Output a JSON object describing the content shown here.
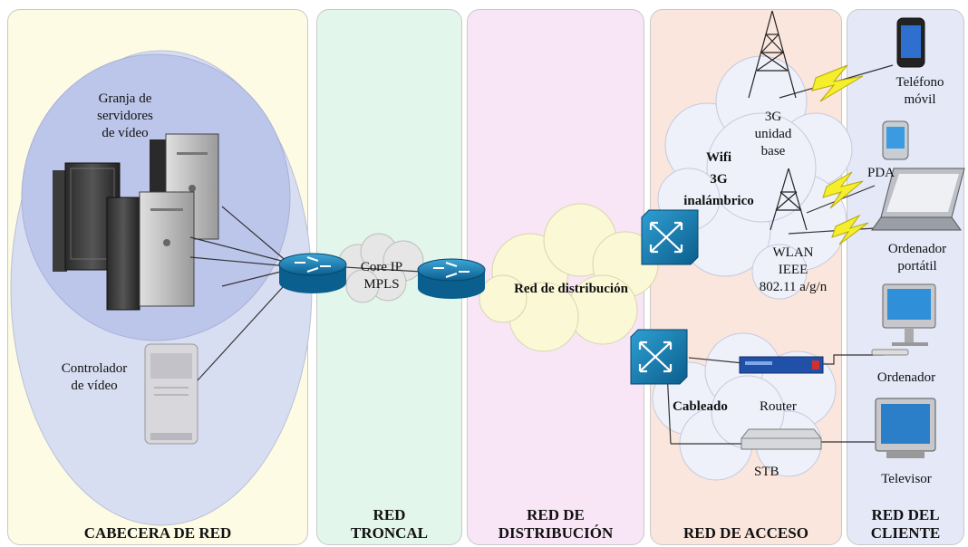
{
  "columns": {
    "headend": "CABECERA DE RED",
    "backbone": [
      "RED",
      "TRONCAL"
    ],
    "distribution": [
      "RED DE",
      "DISTRIBUCIÓN"
    ],
    "access": "RED DE ACCESO",
    "client": [
      "RED DEL",
      "CLIENTE"
    ]
  },
  "labels": {
    "server_farm": [
      "Granja de",
      "servidores",
      "de vídeo"
    ],
    "video_controller": [
      "Controlador",
      "de vídeo"
    ],
    "core_ip": [
      "Core IP",
      "MPLS"
    ],
    "distribution_network": "Red de distribución",
    "wireless_cloud": [
      "Wifi",
      "3G",
      "inalámbrico"
    ],
    "base_3g": [
      "3G",
      "unidad",
      "base"
    ],
    "wlan": [
      "WLAN",
      "IEEE",
      "802.11 a/g/n"
    ],
    "wired": "Cableado",
    "router": "Router",
    "stb": "STB",
    "phone": [
      "Teléfono",
      "móvil"
    ],
    "pda": "PDA",
    "laptop": [
      "Ordenador",
      "portátil"
    ],
    "computer": "Ordenador",
    "tv": "Televisor"
  }
}
